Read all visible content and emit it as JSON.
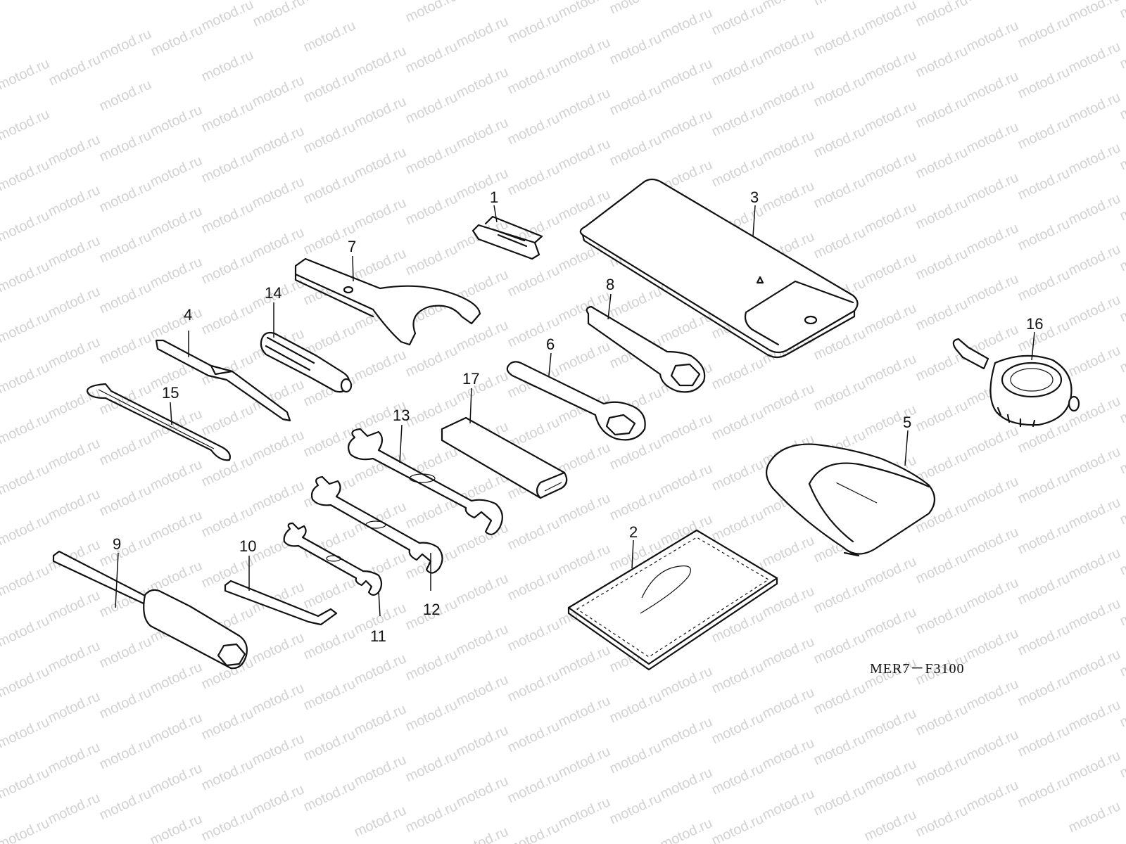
{
  "watermark": {
    "text": "motod.ru"
  },
  "diagram": {
    "drawing_code": "MER7－F3100",
    "parts": [
      {
        "id": "part-1",
        "label": "1",
        "icon": "tool-clip-icon"
      },
      {
        "id": "part-2",
        "label": "2",
        "icon": "document-pouch-icon"
      },
      {
        "id": "part-3",
        "label": "3",
        "icon": "tool-roll-bag-icon"
      },
      {
        "id": "part-4",
        "label": "4",
        "icon": "screwdriver-icon"
      },
      {
        "id": "part-5",
        "label": "5",
        "icon": "cloth-bag-icon"
      },
      {
        "id": "part-6",
        "label": "6",
        "icon": "box-wrench-icon"
      },
      {
        "id": "part-7",
        "label": "7",
        "icon": "pin-spanner-icon"
      },
      {
        "id": "part-8",
        "label": "8",
        "icon": "box-wrench-icon"
      },
      {
        "id": "part-9",
        "label": "9",
        "icon": "spark-plug-wrench-icon"
      },
      {
        "id": "part-10",
        "label": "10",
        "icon": "hex-key-icon"
      },
      {
        "id": "part-11",
        "label": "11",
        "icon": "open-wrench-icon"
      },
      {
        "id": "part-12",
        "label": "12",
        "icon": "open-wrench-icon"
      },
      {
        "id": "part-13",
        "label": "13",
        "icon": "open-wrench-icon"
      },
      {
        "id": "part-14",
        "label": "14",
        "icon": "screwdriver-grip-icon"
      },
      {
        "id": "part-15",
        "label": "15",
        "icon": "hook-rod-icon"
      },
      {
        "id": "part-16",
        "label": "16",
        "icon": "tire-gauge-icon"
      },
      {
        "id": "part-17",
        "label": "17",
        "icon": "extension-pipe-icon"
      }
    ]
  }
}
